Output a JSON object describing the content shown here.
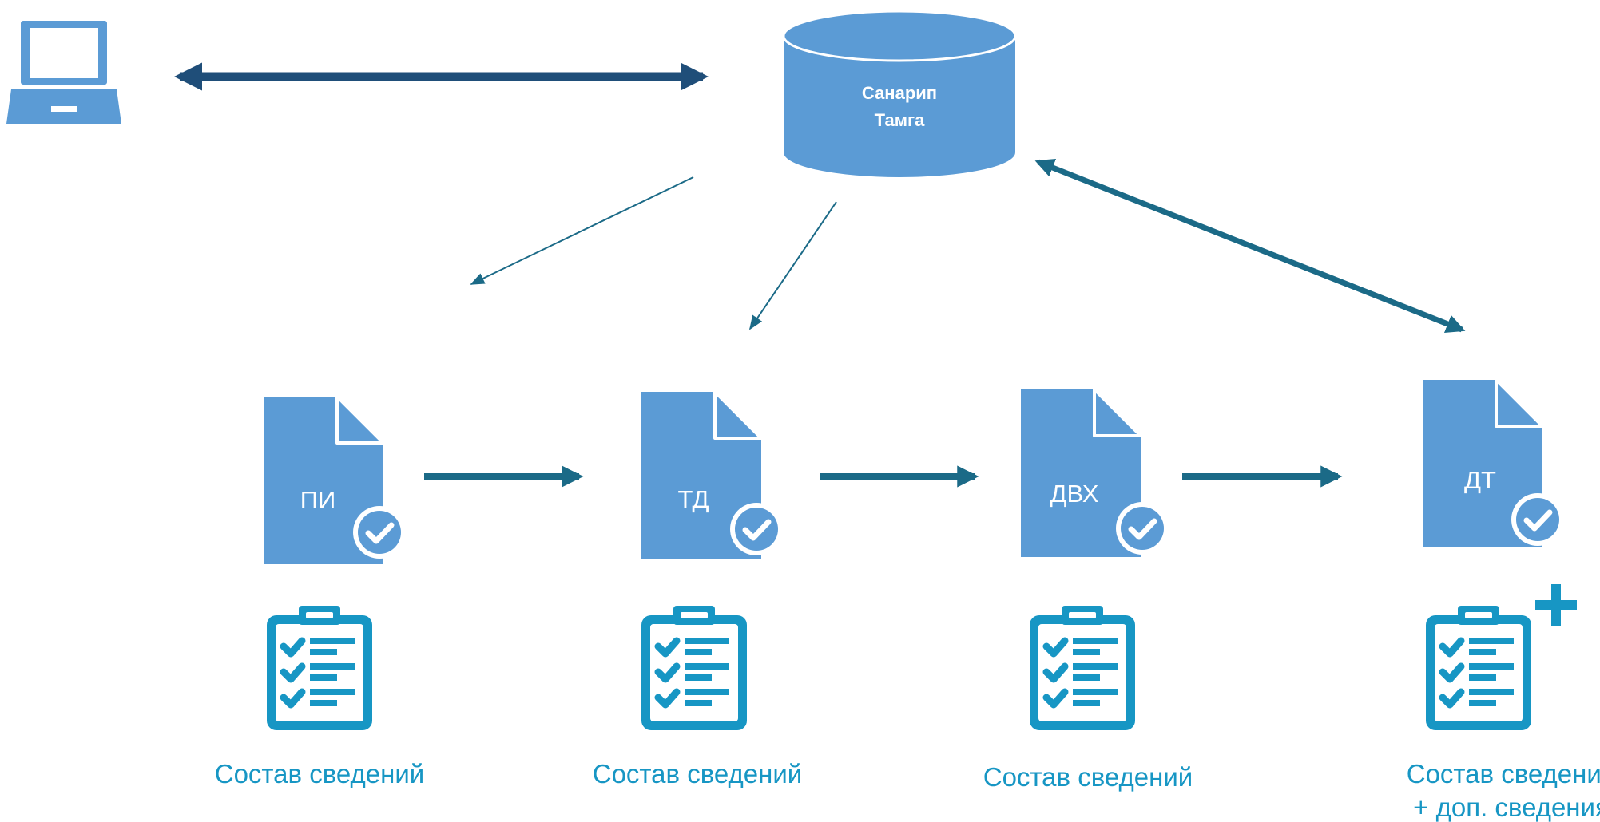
{
  "colors": {
    "accent": "#5b9bd5",
    "arrow_dark": "#1f4e79",
    "arrow_teal": "#1b6a87",
    "checklist": "#1796c4"
  },
  "database": {
    "name_line1": "Санарип",
    "name_line2": "Тамга"
  },
  "documents": [
    {
      "code": "ПИ",
      "caption": "Состав сведений",
      "caption2": ""
    },
    {
      "code": "ТД",
      "caption": "Состав сведений",
      "caption2": ""
    },
    {
      "code": "ДВХ",
      "caption": "Состав сведений",
      "caption2": ""
    },
    {
      "code": "ДТ",
      "caption": "Состав сведений",
      "caption2": "+ доп. сведения"
    }
  ],
  "icons": {
    "terminal": "laptop-icon",
    "check": "check-circle-icon",
    "checklist": "clipboard-checklist-icon",
    "extra": "plus-icon"
  }
}
